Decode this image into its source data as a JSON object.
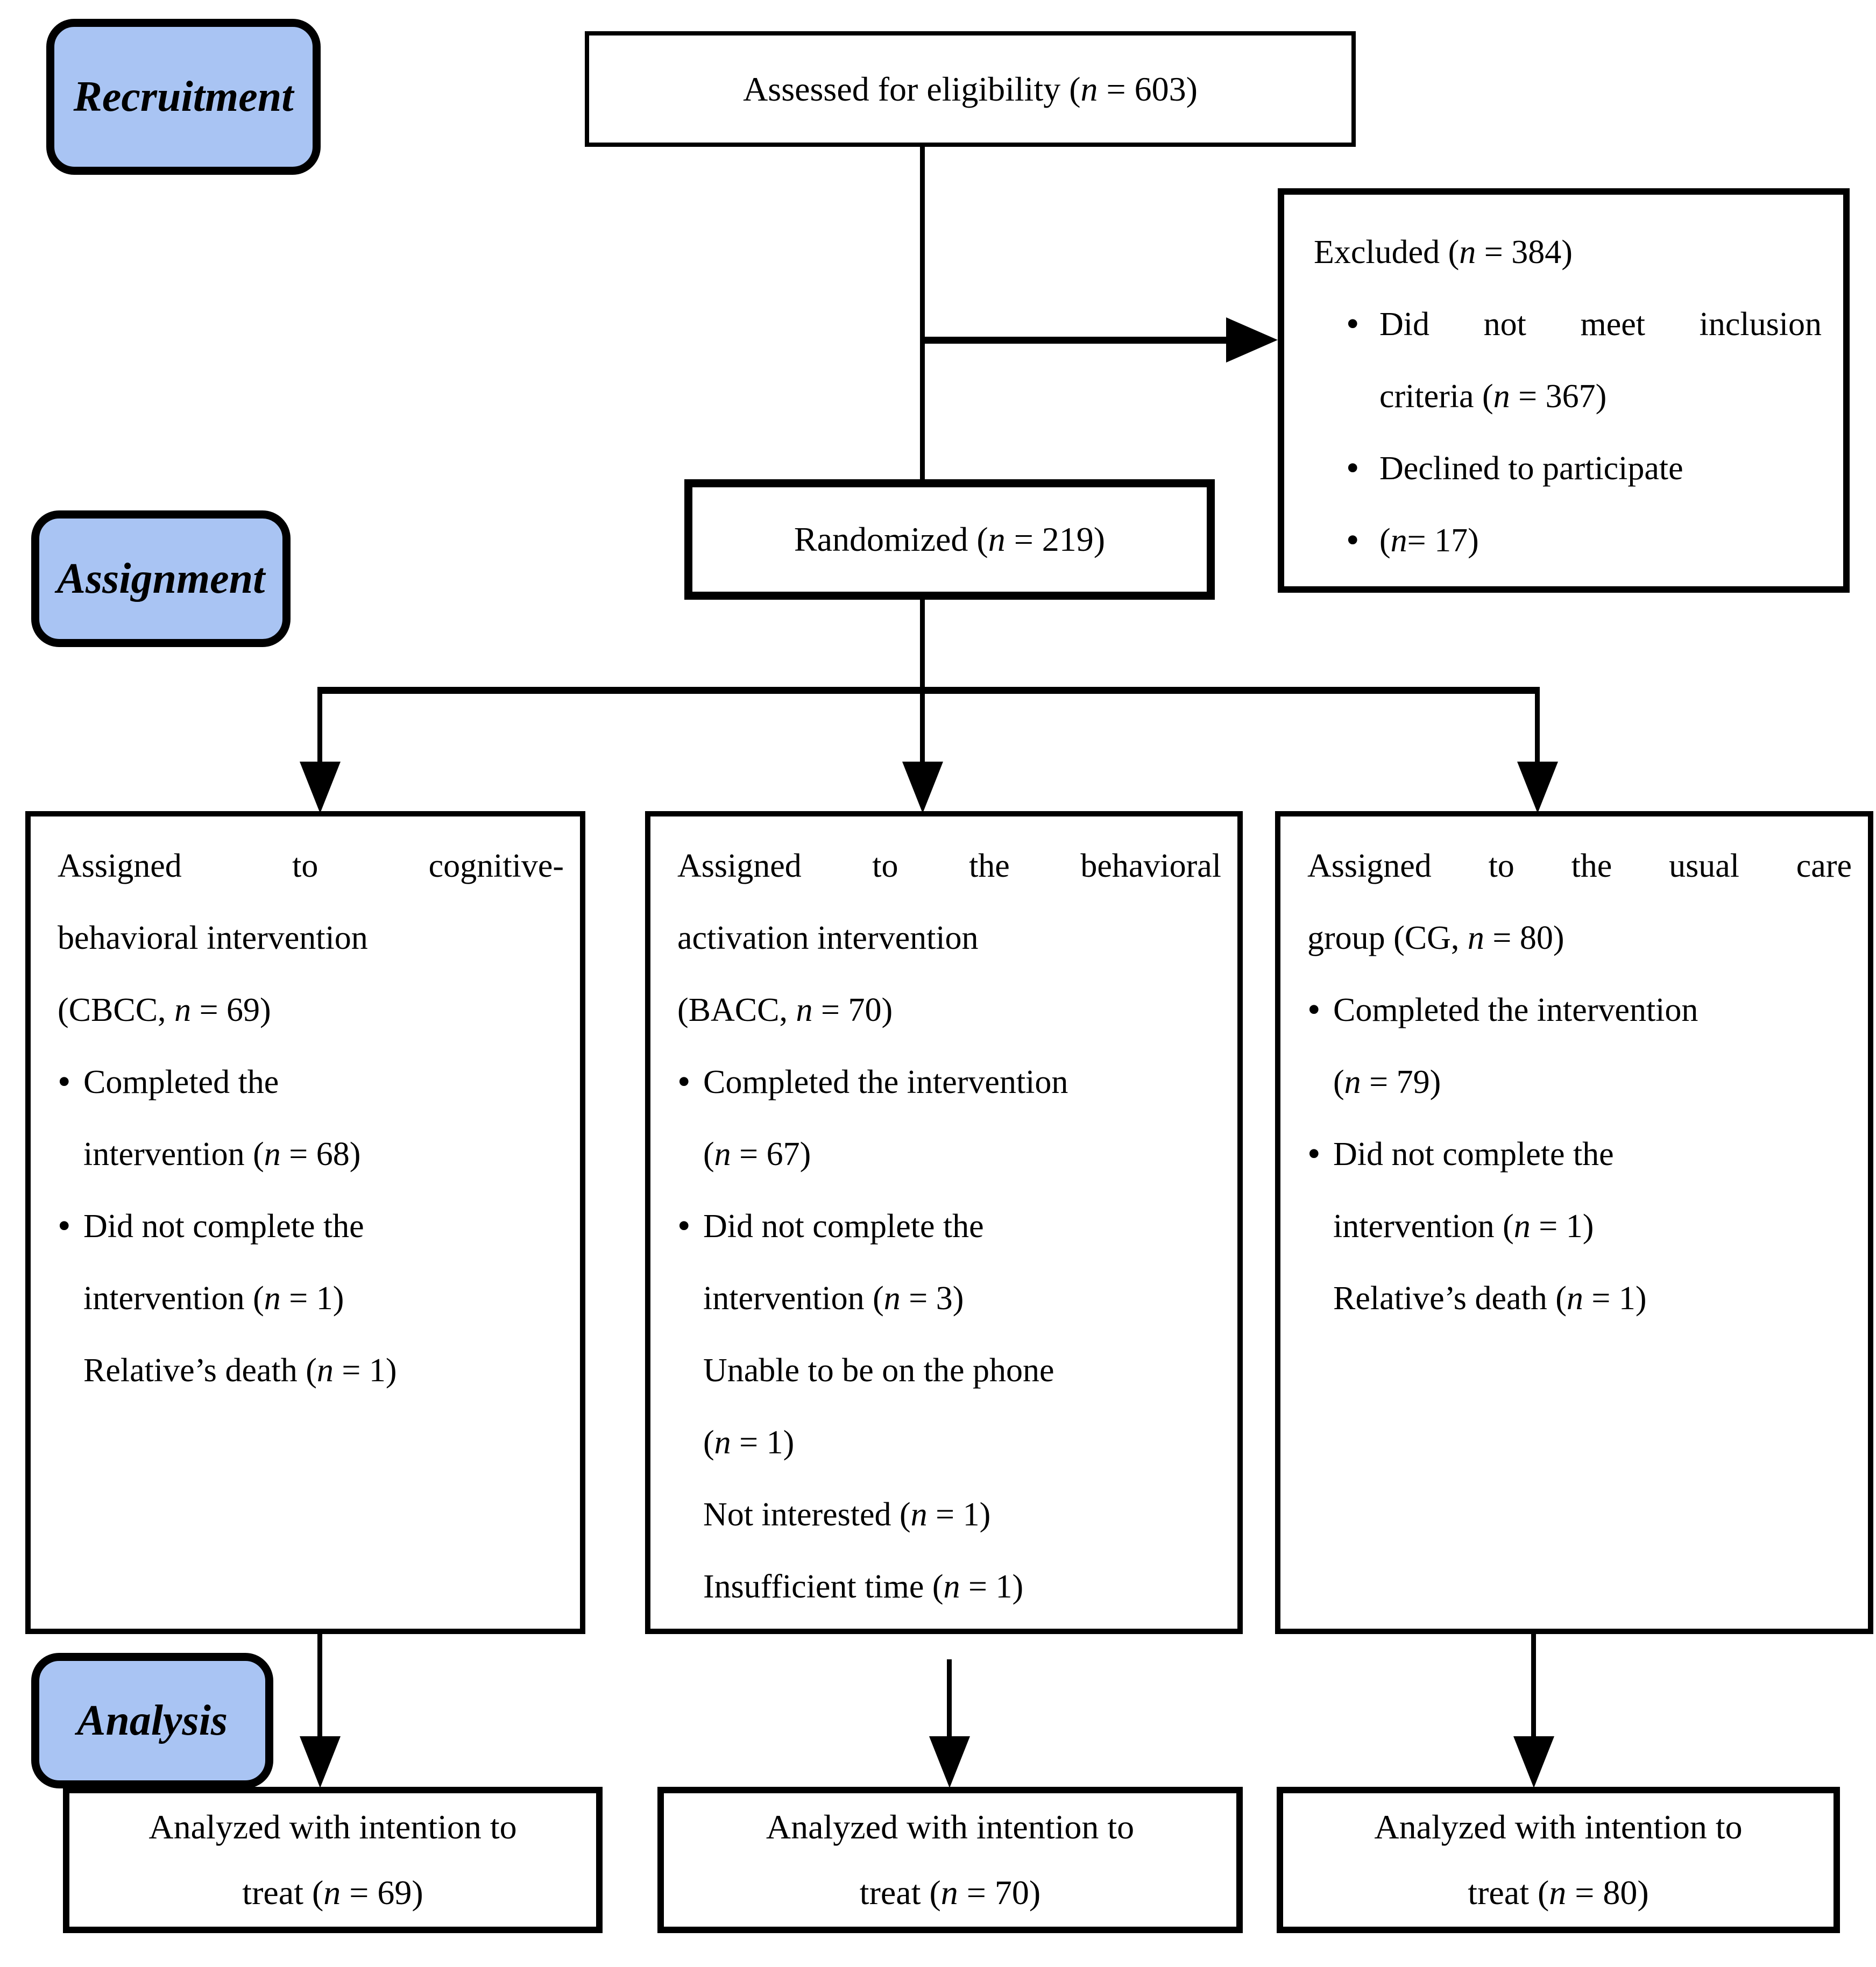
{
  "stages": {
    "recruitment": "Recruitment",
    "assignment": "Assignment",
    "analysis": "Analysis"
  },
  "boxes": {
    "assessed": {
      "text": "Assessed for eligibility (*n* = 603)"
    },
    "randomized": {
      "text": "Randomized (*n* = 219)"
    },
    "excluded": {
      "lines": [
        {
          "marker": "",
          "text": "Excluded (*n* = 384)"
        },
        {
          "marker": "•",
          "text": "Did not meet inclusion"
        },
        {
          "marker": "",
          "text": "criteria (*n* = 367)"
        },
        {
          "marker": "•",
          "text": "Declined to participate"
        },
        {
          "marker": "•",
          "text": "(*n*= 17)"
        }
      ]
    },
    "groups": [
      {
        "name": "CBCC",
        "lines": [
          {
            "marker": "",
            "text": "Assigned to cognitive-"
          },
          {
            "marker": "",
            "text": "behavioral intervention"
          },
          {
            "marker": "",
            "text": "(CBCC, *n* = 69)"
          },
          {
            "marker": "•",
            "text": "Completed the"
          },
          {
            "marker": "",
            "text": "intervention (*n* = 68)"
          },
          {
            "marker": "•",
            "text": "Did not complete the"
          },
          {
            "marker": "",
            "text": "intervention (*n* = 1)"
          },
          {
            "marker": "",
            "text": "Relative’s death (*n* = 1)"
          }
        ]
      },
      {
        "name": "BACC",
        "lines": [
          {
            "marker": "",
            "text": "Assigned to the behavioral"
          },
          {
            "marker": "",
            "text": "activation intervention"
          },
          {
            "marker": "",
            "text": "(BACC, *n* = 70)"
          },
          {
            "marker": "•",
            "text": "Completed the intervention"
          },
          {
            "marker": "",
            "text": "(*n* = 67)"
          },
          {
            "marker": "•",
            "text": "Did not complete the"
          },
          {
            "marker": "",
            "text": "intervention (*n* = 3)"
          },
          {
            "marker": "",
            "text": "Unable to be on the phone"
          },
          {
            "marker": "",
            "text": "(*n* = 1)"
          },
          {
            "marker": "",
            "text": "Not interested (*n* = 1)"
          },
          {
            "marker": "",
            "text": "Insufficient time (*n* = 1)"
          }
        ]
      },
      {
        "name": "CG",
        "lines": [
          {
            "marker": "",
            "text": "Assigned to the usual care"
          },
          {
            "marker": "",
            "text": "group (CG, *n* = 80)"
          },
          {
            "marker": "•",
            "text": "Completed the intervention"
          },
          {
            "marker": "",
            "text": "(*n* = 79)"
          },
          {
            "marker": "•",
            "text": "Did not complete the"
          },
          {
            "marker": "",
            "text": "intervention (*n* = 1)"
          },
          {
            "marker": "",
            "text": "Relative’s death (*n* = 1)"
          }
        ]
      }
    ],
    "analyzed": [
      {
        "text": "Analyzed with intention to\ntreat (*n* = 69)"
      },
      {
        "text": "Analyzed with intention to\ntreat (*n* = 70)"
      },
      {
        "text": "Analyzed with intention to\ntreat (*n* = 80)"
      }
    ]
  },
  "colors": {
    "stage_fill": "#a9c4f3",
    "line": "#000000"
  }
}
